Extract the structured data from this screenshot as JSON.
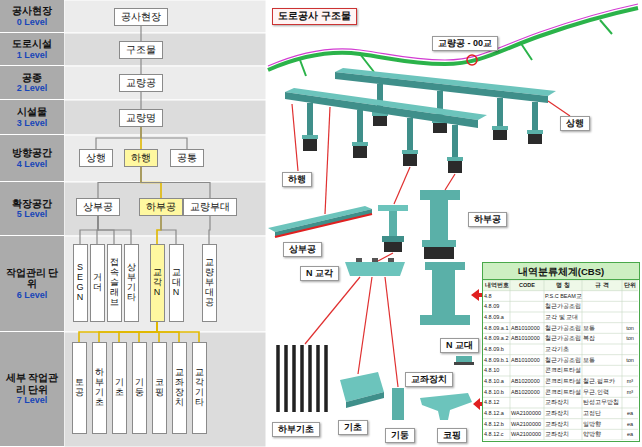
{
  "diagram": {
    "nodes": [
      {
        "text": [
          "공사현장",
          "0 Level"
        ]
      },
      {
        "text": [
          "도로시설",
          "1 Level"
        ]
      },
      {
        "text": [
          "공종",
          "2 Level"
        ]
      },
      {
        "text": [
          "시설물",
          "3 Level"
        ]
      },
      {
        "text": [
          "방향공간",
          "4 Level"
        ]
      },
      {
        "text": [
          "확장공간",
          "5 Level"
        ]
      },
      {
        "text": [
          "작업관리 단위",
          "6 Level"
        ]
      },
      {
        "text": [
          "세부 작업관리 단위",
          "7 Level"
        ]
      },
      {
        "text": [
          "공사현장"
        ]
      },
      {
        "text": [
          "구조물"
        ]
      },
      {
        "text": [
          "교량공"
        ]
      },
      {
        "text": [
          "교량명"
        ]
      },
      {
        "text": [
          "상행"
        ]
      },
      {
        "text": [
          "하행"
        ]
      },
      {
        "text": [
          "공통"
        ]
      },
      {
        "text": [
          "상부공"
        ]
      },
      {
        "text": [
          "하부공"
        ]
      },
      {
        "text": [
          "교량부대"
        ]
      },
      {
        "text": [
          "SEG N"
        ]
      },
      {
        "text": [
          "거더"
        ]
      },
      {
        "text": [
          "접속슬래브"
        ]
      },
      {
        "text": [
          "상부기타"
        ]
      },
      {
        "text": [
          "교각 N"
        ]
      },
      {
        "text": [
          "교대 N"
        ]
      },
      {
        "text": [
          "교량부대공"
        ]
      },
      {
        "text": [
          "토공"
        ]
      },
      {
        "text": [
          "하부기초"
        ]
      },
      {
        "text": [
          "기초"
        ]
      },
      {
        "text": [
          "기둥"
        ]
      },
      {
        "text": [
          "코핑"
        ]
      },
      {
        "text": [
          "교좌장치"
        ]
      },
      {
        "text": [
          "교각기타"
        ]
      },
      {
        "text": [
          "도로공사 구조물"
        ]
      },
      {
        "text": [
          "교량공 - 00교"
        ]
      },
      {
        "text": [
          "상행"
        ]
      },
      {
        "text": [
          "하행"
        ]
      },
      {
        "text": [
          "상부공"
        ]
      },
      {
        "text": [
          "하부공"
        ]
      },
      {
        "text": [
          "N 교각"
        ]
      },
      {
        "text": [
          "N 교대"
        ]
      },
      {
        "text": [
          "교좌장치"
        ]
      },
      {
        "text": [
          "하부기초"
        ]
      },
      {
        "text": [
          "기초"
        ]
      },
      {
        "text": [
          "기둥"
        ]
      },
      {
        "text": [
          "코핑"
        ]
      },
      {
        "text": [
          "내역분류체계(CBS)"
        ]
      }
    ],
    "edges": [
      {
        "from": 8,
        "to": 9,
        "arrow": "none"
      },
      {
        "from": 9,
        "to": 10,
        "arrow": "none"
      },
      {
        "from": 10,
        "to": 11,
        "arrow": "none"
      },
      {
        "from": 11,
        "to": 12,
        "arrow": "none"
      },
      {
        "from": 11,
        "to": 13,
        "arrow": "none"
      },
      {
        "from": 11,
        "to": 14,
        "arrow": "none"
      },
      {
        "from": 13,
        "to": 15,
        "arrow": "none"
      },
      {
        "from": 13,
        "to": 16,
        "arrow": "none"
      },
      {
        "from": 13,
        "to": 17,
        "arrow": "none"
      },
      {
        "from": 15,
        "to": 18,
        "arrow": "none"
      },
      {
        "from": 15,
        "to": 19,
        "arrow": "none"
      },
      {
        "from": 15,
        "to": 20,
        "arrow": "none"
      },
      {
        "from": 15,
        "to": 21,
        "arrow": "none"
      },
      {
        "from": 16,
        "to": 22,
        "arrow": "none"
      },
      {
        "from": 16,
        "to": 23,
        "arrow": "none"
      },
      {
        "from": 17,
        "to": 24,
        "arrow": "none"
      },
      {
        "from": 22,
        "to": 25,
        "arrow": "none"
      },
      {
        "from": 22,
        "to": 26,
        "arrow": "none"
      },
      {
        "from": 22,
        "to": 27,
        "arrow": "none"
      },
      {
        "from": 22,
        "to": 28,
        "arrow": "none"
      },
      {
        "from": 22,
        "to": 29,
        "arrow": "none"
      },
      {
        "from": 22,
        "to": 30,
        "arrow": "none"
      },
      {
        "from": 22,
        "to": 31,
        "arrow": "none"
      }
    ],
    "labels": [
      "내역번호",
      "CODE",
      "명 칭",
      "규 격",
      "단위",
      "4.8",
      "P.S.C BEAM교",
      "4.8.09",
      "철근가공조립",
      "4.8.09.a",
      "교각 및 교대",
      "4.8.09.a.1",
      "AB1010000",
      "철근가공조립",
      "보통",
      "ton",
      "4.8.09.a.2",
      "AB1010000",
      "철근가공조립",
      "복잡",
      "ton",
      "4.8.09.b",
      "교각기초",
      "4.8.09.b.1",
      "AB1010000",
      "철근가공조립",
      "보통",
      "ton",
      "4.8.10",
      "콘크리트타설",
      "4.8.10.a",
      "AB1020000",
      "콘크리트타설",
      "철근,펌프카",
      "m³",
      "4.8.10.b",
      "AB1020000",
      "콘크리트타설",
      "무근,인력",
      "m³",
      "4.8.12",
      "교좌장치",
      "탄성고무받침",
      "4.8.12.a",
      "WA2100000",
      "교좌장치",
      "고정단",
      "ea",
      "4.8.12.b",
      "WA2100000",
      "교좌장치",
      "일방향",
      "ea",
      "4.8.12.c",
      "WA2100000",
      "교좌장치",
      "양방향",
      "ea"
    ]
  }
}
